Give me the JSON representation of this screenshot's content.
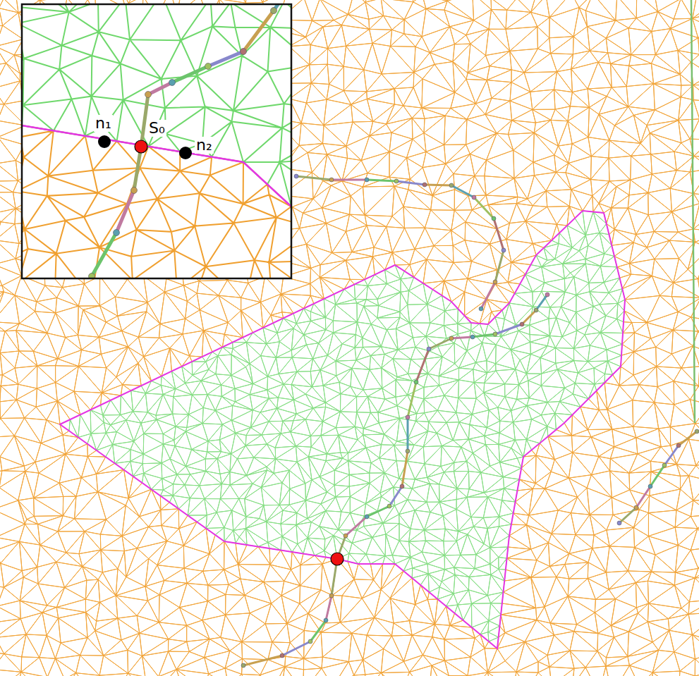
{
  "diagram": {
    "labels": [
      "n₁",
      "S₀",
      "n₂"
    ]
  }
}
